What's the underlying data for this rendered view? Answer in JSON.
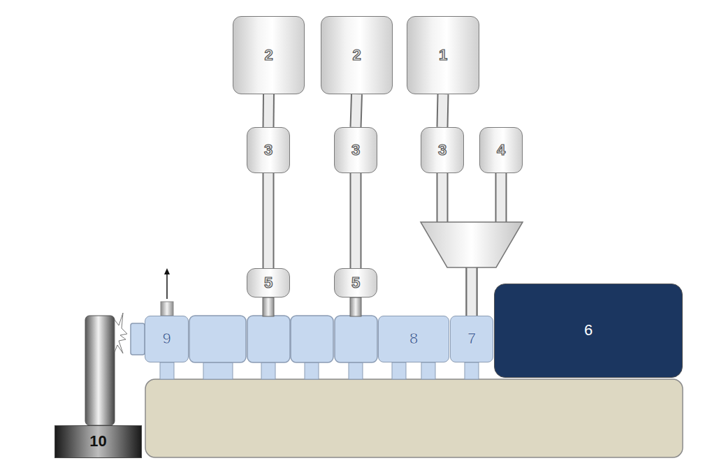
{
  "diagram": {
    "nodes": [
      {
        "text": [
          "2"
        ]
      },
      {
        "text": [
          "2"
        ]
      },
      {
        "text": [
          "1"
        ]
      },
      {
        "text": [
          "3"
        ]
      },
      {
        "text": [
          "3"
        ]
      },
      {
        "text": [
          "3"
        ]
      },
      {
        "text": [
          "4"
        ]
      },
      {
        "text": [
          "5"
        ]
      },
      {
        "text": [
          "5"
        ]
      },
      {
        "text": [
          "6"
        ]
      },
      {
        "text": [
          "7"
        ]
      },
      {
        "text": [
          "8"
        ]
      },
      {
        "text": [
          "9"
        ]
      },
      {
        "text": [
          "10"
        ]
      }
    ],
    "edges": [
      {
        "from": 0,
        "to": 3,
        "arrow": "none"
      },
      {
        "from": 3,
        "to": 7,
        "arrow": "none"
      },
      {
        "from": 1,
        "to": 4,
        "arrow": "none"
      },
      {
        "from": 4,
        "to": 8,
        "arrow": "none"
      },
      {
        "from": 2,
        "to": 5,
        "arrow": "none"
      },
      {
        "from": 5,
        "to": 10,
        "arrow": "none"
      },
      {
        "from": 6,
        "to": 10,
        "arrow": "none"
      }
    ]
  }
}
